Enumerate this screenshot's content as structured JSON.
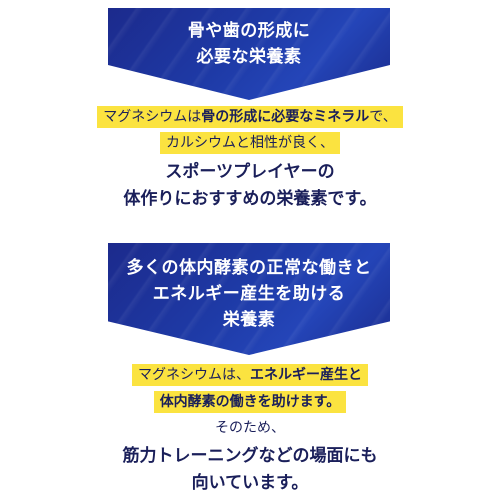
{
  "section_1": {
    "banner_lines": [
      "骨や歯の形成に",
      "必要な栄養素"
    ],
    "highlight_line_1": {
      "a": "マグネシウムは",
      "b_bold": "骨の形成に必要なミネラル",
      "c": "で、"
    },
    "highlight_line_2": "カルシウムと相性が良く、",
    "bold_line_1": "スポーツプレイヤーの",
    "bold_line_2": "体作りにおすすめの栄養素です。"
  },
  "section_2": {
    "banner_lines": [
      "多くの体内酵素の正常な働きと",
      "エネルギー産生を助ける",
      "栄養素"
    ],
    "highlight_line_1": {
      "a": "マグネシウムは、",
      "b_bold": "エネルギー産生と"
    },
    "highlight_line_2": "体内酵素の働きを助けます。",
    "plain_line": "そのため、",
    "bold_line_1": "筋力トレーニングなどの場面にも",
    "bold_line_2": "向いています。"
  },
  "colors": {
    "banner_blue": "#1e3aa6",
    "highlight_yellow": "#fbe340",
    "text_navy": "#1a1f5a"
  }
}
